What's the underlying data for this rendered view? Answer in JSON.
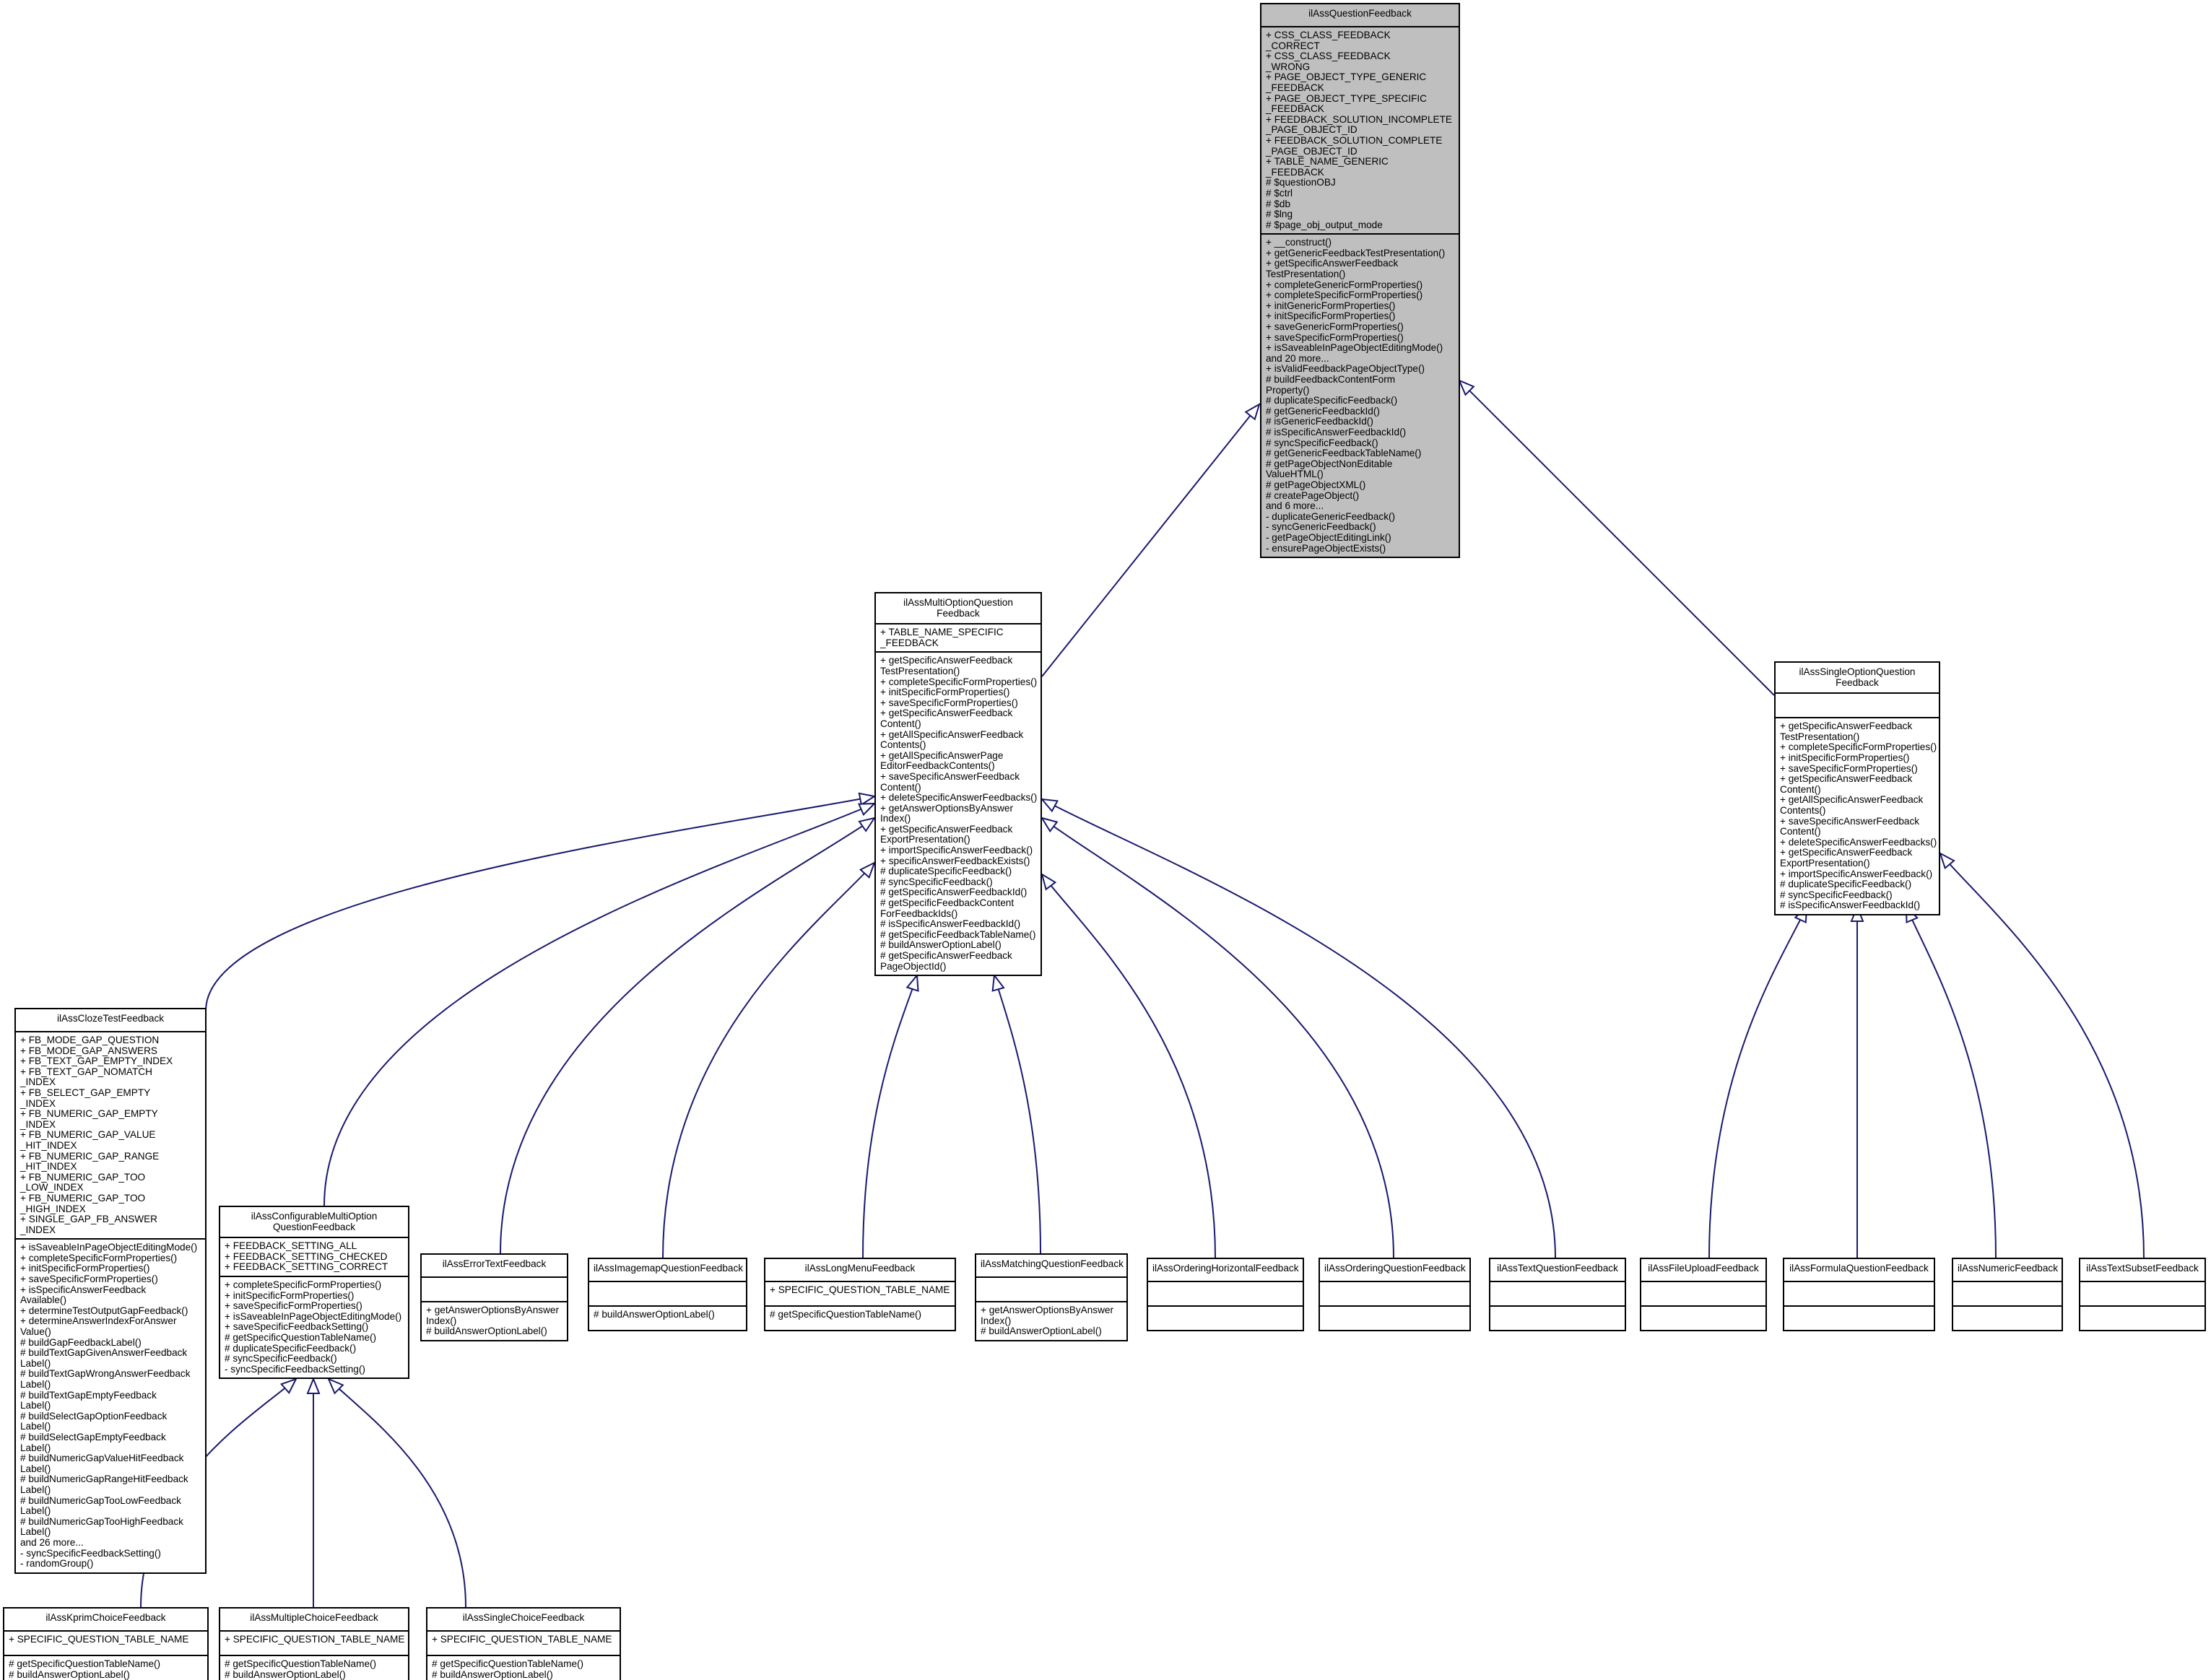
{
  "colors": {
    "edge": "#191970",
    "focus_fill": "#bfbfbf",
    "box_fill": "#ffffff"
  },
  "classes": [
    {
      "id": "top",
      "title": "ilAssQuestionFeedback",
      "focus": true,
      "attributes": [
        "+ CSS_CLASS_FEEDBACK",
        "_CORRECT",
        "+ CSS_CLASS_FEEDBACK",
        "_WRONG",
        "+ PAGE_OBJECT_TYPE_GENERIC",
        "_FEEDBACK",
        "+ PAGE_OBJECT_TYPE_SPECIFIC",
        "_FEEDBACK",
        "+ FEEDBACK_SOLUTION_INCOMPLETE",
        "_PAGE_OBJECT_ID",
        "+ FEEDBACK_SOLUTION_COMPLETE",
        "_PAGE_OBJECT_ID",
        "+ TABLE_NAME_GENERIC",
        "_FEEDBACK",
        "# $questionOBJ",
        "# $ctrl",
        "# $db",
        "# $lng",
        "# $page_obj_output_mode"
      ],
      "methods": [
        "+ __construct()",
        "+ getGenericFeedbackTestPresentation()",
        "+ getSpecificAnswerFeedback",
        "TestPresentation()",
        "+ completeGenericFormProperties()",
        "+ completeSpecificFormProperties()",
        "+ initGenericFormProperties()",
        "+ initSpecificFormProperties()",
        "+ saveGenericFormProperties()",
        "+ saveSpecificFormProperties()",
        "+ isSaveableInPageObjectEditingMode()",
        "and 20 more...",
        "+ isValidFeedbackPageObjectType()",
        "# buildFeedbackContentForm",
        "Property()",
        "# duplicateSpecificFeedback()",
        "# getGenericFeedbackId()",
        "# isGenericFeedbackId()",
        "# isSpecificAnswerFeedbackId()",
        "# syncSpecificFeedback()",
        "# getGenericFeedbackTableName()",
        "# getPageObjectNonEditable",
        "ValueHTML()",
        "# getPageObjectXML()",
        "# createPageObject()",
        "and 6 more...",
        "- duplicateGenericFeedback()",
        "- syncGenericFeedback()",
        "- getPageObjectEditingLink()",
        "- ensurePageObjectExists()"
      ]
    },
    {
      "id": "multi",
      "title": "ilAssMultiOptionQuestion\nFeedback",
      "attributes": [
        "+ TABLE_NAME_SPECIFIC",
        "_FEEDBACK"
      ],
      "methods": [
        "+ getSpecificAnswerFeedback",
        "TestPresentation()",
        "+ completeSpecificFormProperties()",
        "+ initSpecificFormProperties()",
        "+ saveSpecificFormProperties()",
        "+ getSpecificAnswerFeedback",
        "Content()",
        "+ getAllSpecificAnswerFeedback",
        "Contents()",
        "+ getAllSpecificAnswerPage",
        "EditorFeedbackContents()",
        "+ saveSpecificAnswerFeedback",
        "Content()",
        "+ deleteSpecificAnswerFeedbacks()",
        "+ getAnswerOptionsByAnswer",
        "Index()",
        "+ getSpecificAnswerFeedback",
        "ExportPresentation()",
        "+ importSpecificAnswerFeedback()",
        "+ specificAnswerFeedbackExists()",
        "# duplicateSpecificFeedback()",
        "# syncSpecificFeedback()",
        "# getSpecificAnswerFeedbackId()",
        "# getSpecificFeedbackContent",
        "ForFeedbackIds()",
        "# isSpecificAnswerFeedbackId()",
        "# getSpecificFeedbackTableName()",
        "# buildAnswerOptionLabel()",
        "# getSpecificAnswerFeedback",
        "PageObjectId()"
      ]
    },
    {
      "id": "single",
      "title": "ilAssSingleOptionQuestion\nFeedback",
      "attributes": [],
      "methods": [
        "+ getSpecificAnswerFeedback",
        "TestPresentation()",
        "+ completeSpecificFormProperties()",
        "+ initSpecificFormProperties()",
        "+ saveSpecificFormProperties()",
        "+ getSpecificAnswerFeedback",
        "Content()",
        "+ getAllSpecificAnswerFeedback",
        "Contents()",
        "+ saveSpecificAnswerFeedback",
        "Content()",
        "+ deleteSpecificAnswerFeedbacks()",
        "+ getSpecificAnswerFeedback",
        "ExportPresentation()",
        "+ importSpecificAnswerFeedback()",
        "# duplicateSpecificFeedback()",
        "# syncSpecificFeedback()",
        "# isSpecificAnswerFeedbackId()"
      ]
    },
    {
      "id": "cloze",
      "title": "ilAssClozeTestFeedback",
      "attributes": [
        "+ FB_MODE_GAP_QUESTION",
        "+ FB_MODE_GAP_ANSWERS",
        "+ FB_TEXT_GAP_EMPTY_INDEX",
        "+ FB_TEXT_GAP_NOMATCH",
        "_INDEX",
        "+ FB_SELECT_GAP_EMPTY",
        "_INDEX",
        "+ FB_NUMERIC_GAP_EMPTY",
        "_INDEX",
        "+ FB_NUMERIC_GAP_VALUE",
        "_HIT_INDEX",
        "+ FB_NUMERIC_GAP_RANGE",
        "_HIT_INDEX",
        "+ FB_NUMERIC_GAP_TOO",
        "_LOW_INDEX",
        "+ FB_NUMERIC_GAP_TOO",
        "_HIGH_INDEX",
        "+ SINGLE_GAP_FB_ANSWER",
        "_INDEX"
      ],
      "methods": [
        "+ isSaveableInPageObjectEditingMode()",
        "+ completeSpecificFormProperties()",
        "+ initSpecificFormProperties()",
        "+ saveSpecificFormProperties()",
        "+ isSpecificAnswerFeedback",
        "Available()",
        "+ determineTestOutputGapFeedback()",
        "+ determineAnswerIndexForAnswer",
        "Value()",
        "# buildGapFeedbackLabel()",
        "# buildTextGapGivenAnswerFeedback",
        "Label()",
        "# buildTextGapWrongAnswerFeedback",
        "Label()",
        "# buildTextGapEmptyFeedback",
        "Label()",
        "# buildSelectGapOptionFeedback",
        "Label()",
        "# buildSelectGapEmptyFeedback",
        "Label()",
        "# buildNumericGapValueHitFeedback",
        "Label()",
        "# buildNumericGapRangeHitFeedback",
        "Label()",
        "# buildNumericGapTooLowFeedback",
        "Label()",
        "# buildNumericGapTooHighFeedback",
        "Label()",
        "and 26 more...",
        "- syncSpecificFeedbackSetting()",
        "- randomGroup()"
      ]
    },
    {
      "id": "config",
      "title": "ilAssConfigurableMultiOption\nQuestionFeedback",
      "attributes": [
        "+ FEEDBACK_SETTING_ALL",
        "+ FEEDBACK_SETTING_CHECKED",
        "+ FEEDBACK_SETTING_CORRECT"
      ],
      "methods": [
        "+ completeSpecificFormProperties()",
        "+ initSpecificFormProperties()",
        "+ saveSpecificFormProperties()",
        "+ isSaveableInPageObjectEditingMode()",
        "+ saveSpecificFeedbackSetting()",
        "# getSpecificQuestionTableName()",
        "# duplicateSpecificFeedback()",
        "# syncSpecificFeedback()",
        "- syncSpecificFeedbackSetting()"
      ]
    },
    {
      "id": "errortext",
      "title": "ilAssErrorTextFeedback",
      "attributes": [],
      "methods": [
        "+ getAnswerOptionsByAnswer",
        "Index()",
        "# buildAnswerOptionLabel()"
      ]
    },
    {
      "id": "imagemap",
      "title": "ilAssImagemapQuestionFeedback",
      "attributes": [],
      "methods": [
        "# buildAnswerOptionLabel()"
      ]
    },
    {
      "id": "longmenu",
      "title": "ilAssLongMenuFeedback",
      "attributes": [
        "+ SPECIFIC_QUESTION_TABLE_NAME"
      ],
      "methods": [
        "# getSpecificQuestionTableName()"
      ]
    },
    {
      "id": "matching",
      "title": "ilAssMatchingQuestionFeedback",
      "attributes": [],
      "methods": [
        "+ getAnswerOptionsByAnswer",
        "Index()",
        "# buildAnswerOptionLabel()"
      ]
    },
    {
      "id": "orderingh",
      "title": "ilAssOrderingHorizontalFeedback",
      "attributes": [],
      "methods": []
    },
    {
      "id": "orderingq",
      "title": "ilAssOrderingQuestionFeedback",
      "attributes": [],
      "methods": []
    },
    {
      "id": "textq",
      "title": "ilAssTextQuestionFeedback",
      "attributes": [],
      "methods": []
    },
    {
      "id": "fileupload",
      "title": "ilAssFileUploadFeedback",
      "attributes": [],
      "methods": []
    },
    {
      "id": "formula",
      "title": "ilAssFormulaQuestionFeedback",
      "attributes": [],
      "methods": []
    },
    {
      "id": "numeric",
      "title": "ilAssNumericFeedback",
      "attributes": [],
      "methods": []
    },
    {
      "id": "textsubset",
      "title": "ilAssTextSubsetFeedback",
      "attributes": [],
      "methods": []
    },
    {
      "id": "kprim",
      "title": "ilAssKprimChoiceFeedback",
      "attributes": [
        "+ SPECIFIC_QUESTION_TABLE_NAME"
      ],
      "methods": [
        "# getSpecificQuestionTableName()",
        "# buildAnswerOptionLabel()"
      ]
    },
    {
      "id": "multiplechoice",
      "title": "ilAssMultipleChoiceFeedback",
      "attributes": [
        "+ SPECIFIC_QUESTION_TABLE_NAME"
      ],
      "methods": [
        "# getSpecificQuestionTableName()",
        "# buildAnswerOptionLabel()"
      ]
    },
    {
      "id": "singlechoice",
      "title": "ilAssSingleChoiceFeedback",
      "attributes": [
        "+ SPECIFIC_QUESTION_TABLE_NAME"
      ],
      "methods": [
        "# getSpecificQuestionTableName()",
        "# buildAnswerOptionLabel()"
      ]
    }
  ],
  "inheritance": [
    {
      "child": "multi",
      "parent": "top"
    },
    {
      "child": "single",
      "parent": "top"
    },
    {
      "child": "cloze",
      "parent": "multi"
    },
    {
      "child": "config",
      "parent": "multi"
    },
    {
      "child": "errortext",
      "parent": "multi"
    },
    {
      "child": "imagemap",
      "parent": "multi"
    },
    {
      "child": "longmenu",
      "parent": "multi"
    },
    {
      "child": "matching",
      "parent": "multi"
    },
    {
      "child": "orderingh",
      "parent": "multi"
    },
    {
      "child": "orderingq",
      "parent": "multi"
    },
    {
      "child": "textq",
      "parent": "multi"
    },
    {
      "child": "fileupload",
      "parent": "single"
    },
    {
      "child": "formula",
      "parent": "single"
    },
    {
      "child": "numeric",
      "parent": "single"
    },
    {
      "child": "textsubset",
      "parent": "single"
    },
    {
      "child": "kprim",
      "parent": "config"
    },
    {
      "child": "multiplechoice",
      "parent": "config"
    },
    {
      "child": "singlechoice",
      "parent": "config"
    }
  ]
}
